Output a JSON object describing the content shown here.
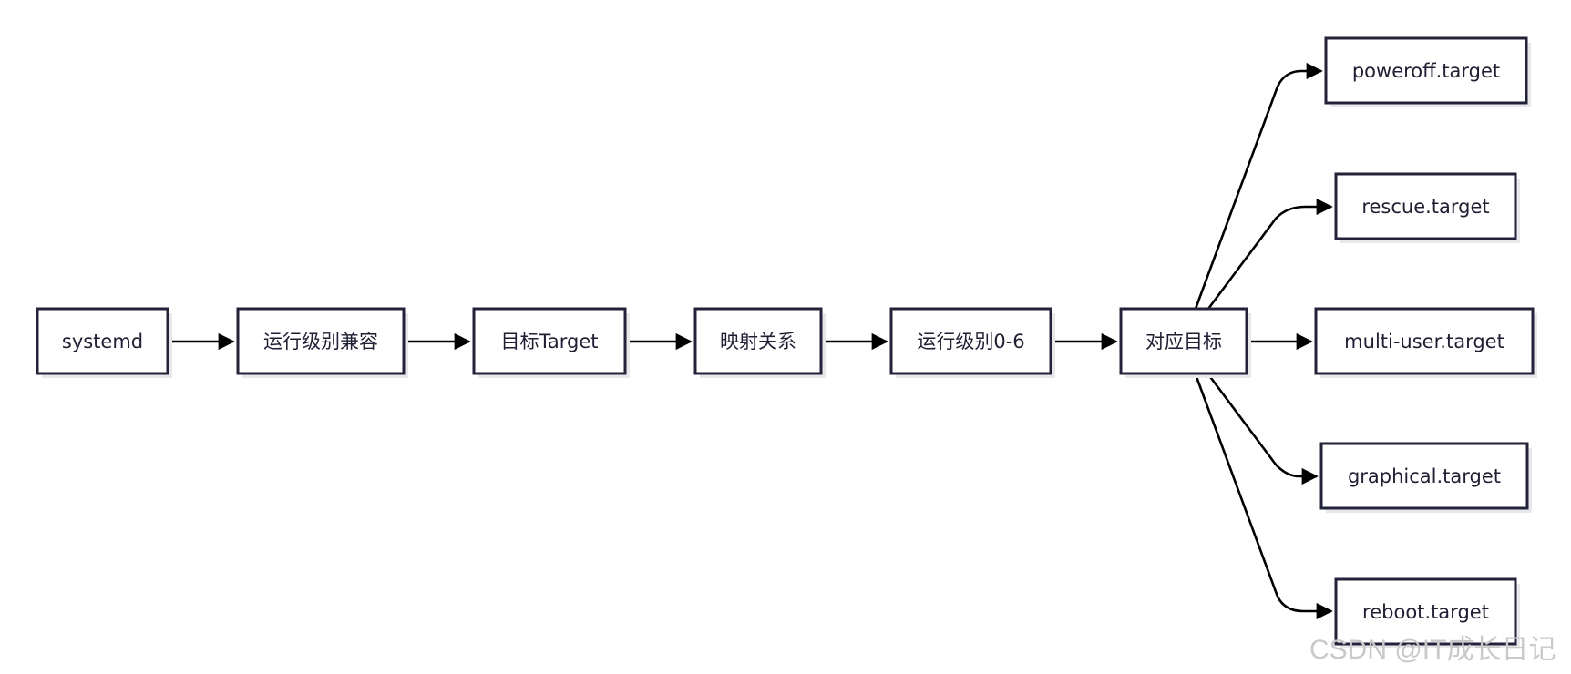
{
  "nodes": {
    "systemd": "systemd",
    "runlevel_compat": "运行级别兼容",
    "target": "目标Target",
    "mapping": "映射关系",
    "runlevel_0_6": "运行级别0-6",
    "corresponding_target": "对应目标",
    "poweroff": "poweroff.target",
    "rescue": "rescue.target",
    "multi_user": "multi-user.target",
    "graphical": "graphical.target",
    "reboot": "reboot.target"
  },
  "edges": [
    {
      "from": "systemd",
      "to": "runlevel_compat"
    },
    {
      "from": "runlevel_compat",
      "to": "target"
    },
    {
      "from": "target",
      "to": "mapping"
    },
    {
      "from": "mapping",
      "to": "runlevel_0_6"
    },
    {
      "from": "runlevel_0_6",
      "to": "corresponding_target"
    },
    {
      "from": "corresponding_target",
      "to": "poweroff"
    },
    {
      "from": "corresponding_target",
      "to": "rescue"
    },
    {
      "from": "corresponding_target",
      "to": "multi_user"
    },
    {
      "from": "corresponding_target",
      "to": "graphical"
    },
    {
      "from": "corresponding_target",
      "to": "reboot"
    }
  ],
  "colors": {
    "node_border": "#22223a",
    "node_text": "#1f1f33",
    "edge": "#000000",
    "watermark": "#c9c9c9"
  },
  "watermark": "CSDN @IT成长日记"
}
